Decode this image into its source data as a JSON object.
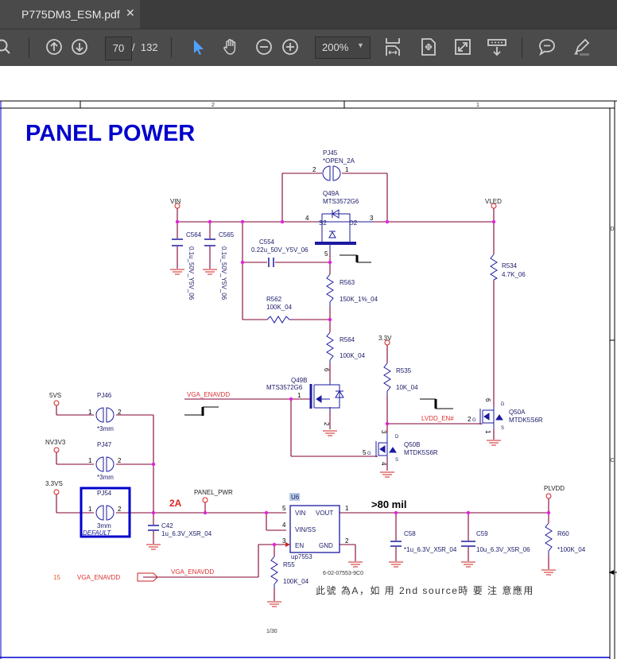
{
  "tab": {
    "title": "P775DM3_ESM.pdf",
    "close_icon": "close-icon"
  },
  "toolbar": {
    "page_current": "70",
    "page_separator": "/",
    "page_total": "132",
    "zoom_value": "200%",
    "icons": [
      "search-icon",
      "page-up-icon",
      "page-down-icon",
      "select-cursor-icon",
      "hand-pan-icon",
      "zoom-out-icon",
      "zoom-in-icon",
      "fit-width-icon",
      "fit-page-icon",
      "full-screen-icon",
      "scroll-mode-icon",
      "comment-icon",
      "highlight-pen-icon"
    ]
  },
  "sheet": {
    "column_labels": [
      "2",
      "1"
    ],
    "row_labels": [
      "D",
      "C"
    ],
    "title": "PANEL POWER",
    "page_ref": "1/30",
    "note": "此號 為A，如 用 2nd source時 要 注 意應用"
  },
  "schematic": {
    "nets": {
      "vin": "VIN",
      "vled": "VLED",
      "v33": "3.3V",
      "v33_b": "3.3V",
      "v5vs": "5VS",
      "nv3v3": "NV3V3",
      "v33vs": "3.3VS",
      "panel_pwr": "PANEL_PWR",
      "plvdd": "PLVDD",
      "vga_enavdd": "VGA_ENAVDD",
      "lvdd_en": "LVDD_EN#",
      "offpage_num": "15",
      "offpage_label": "VGA_ENAVDD",
      "offpage_net": "VGA_ENAVDD"
    },
    "annotations": {
      "current": "2A",
      "trace_width": ">80 mil"
    },
    "parts": {
      "pj45": {
        "ref": "PJ45",
        "value": "*OPEN_2A",
        "pin_a": "2",
        "pin_b": "1"
      },
      "q49a": {
        "ref": "Q49A",
        "value": "MTS3572G6",
        "pin_s": "4",
        "pin_d": "3",
        "pin_g": "5",
        "lbl_s": "S2",
        "lbl_d": "D2"
      },
      "q49b": {
        "ref": "Q49B",
        "value": "MTS3572G6",
        "pin_g": "1",
        "pin_d": "6",
        "pin_s": "2"
      },
      "c564": {
        "ref": "C564",
        "value": "0.1u_50V_Y5V_06"
      },
      "c565": {
        "ref": "C565",
        "value": "0.1u_50V_Y5V_06"
      },
      "c554": {
        "ref": "C554",
        "value": "0.22u_50V_Y5V_06"
      },
      "r563": {
        "ref": "R563",
        "value": "150K_1%_04"
      },
      "r562": {
        "ref": "R562",
        "value": "100K_04"
      },
      "r564": {
        "ref": "R564",
        "value": "100K_04"
      },
      "r534": {
        "ref": "R534",
        "value": "4.7K_06"
      },
      "r535": {
        "ref": "R535",
        "value": "10K_04"
      },
      "q50a": {
        "ref": "Q50A",
        "value": "MTDK5S6R",
        "pin_g": "2",
        "pin_d": "6",
        "pin_s": "1",
        "lbl_g": "G",
        "lbl_d": "D",
        "lbl_s": "S"
      },
      "q50b": {
        "ref": "Q50B",
        "value": "MTDK5S6R",
        "pin_g": "5",
        "pin_d": "3",
        "pin_s": "4",
        "lbl_g": "G",
        "lbl_d": "D",
        "lbl_s": "S"
      },
      "pj46": {
        "ref": "PJ46",
        "value": "*3mm",
        "pin_a": "1",
        "pin_b": "2"
      },
      "pj47": {
        "ref": "PJ47",
        "value": "*3mm",
        "pin_a": "1",
        "pin_b": "2"
      },
      "pj54": {
        "ref": "PJ54",
        "value": "3mm",
        "pin_a": "1",
        "pin_b": "2",
        "tag": "DEFAULT"
      },
      "c42": {
        "ref": "C42",
        "value": "1u_6.3V_X5R_04"
      },
      "u6": {
        "ref": "U6",
        "value": "up7553",
        "part_no": "6-02-07553-9C0",
        "pins": {
          "vin": "VIN",
          "vout": "VOUT",
          "vinss": "VIN/SS",
          "en": "EN",
          "gnd": "GND",
          "n5": "5",
          "n4": "4",
          "n3": "3",
          "n1": "1",
          "n2": "2"
        }
      },
      "r55": {
        "ref": "R55",
        "value": "100K_04"
      },
      "c58": {
        "ref": "C58",
        "value": "*1u_6.3V_X5R_04"
      },
      "c59": {
        "ref": "C59",
        "value": "10u_6.3V_X5R_06"
      },
      "r60": {
        "ref": "R60",
        "value": "*100K_04"
      }
    }
  }
}
